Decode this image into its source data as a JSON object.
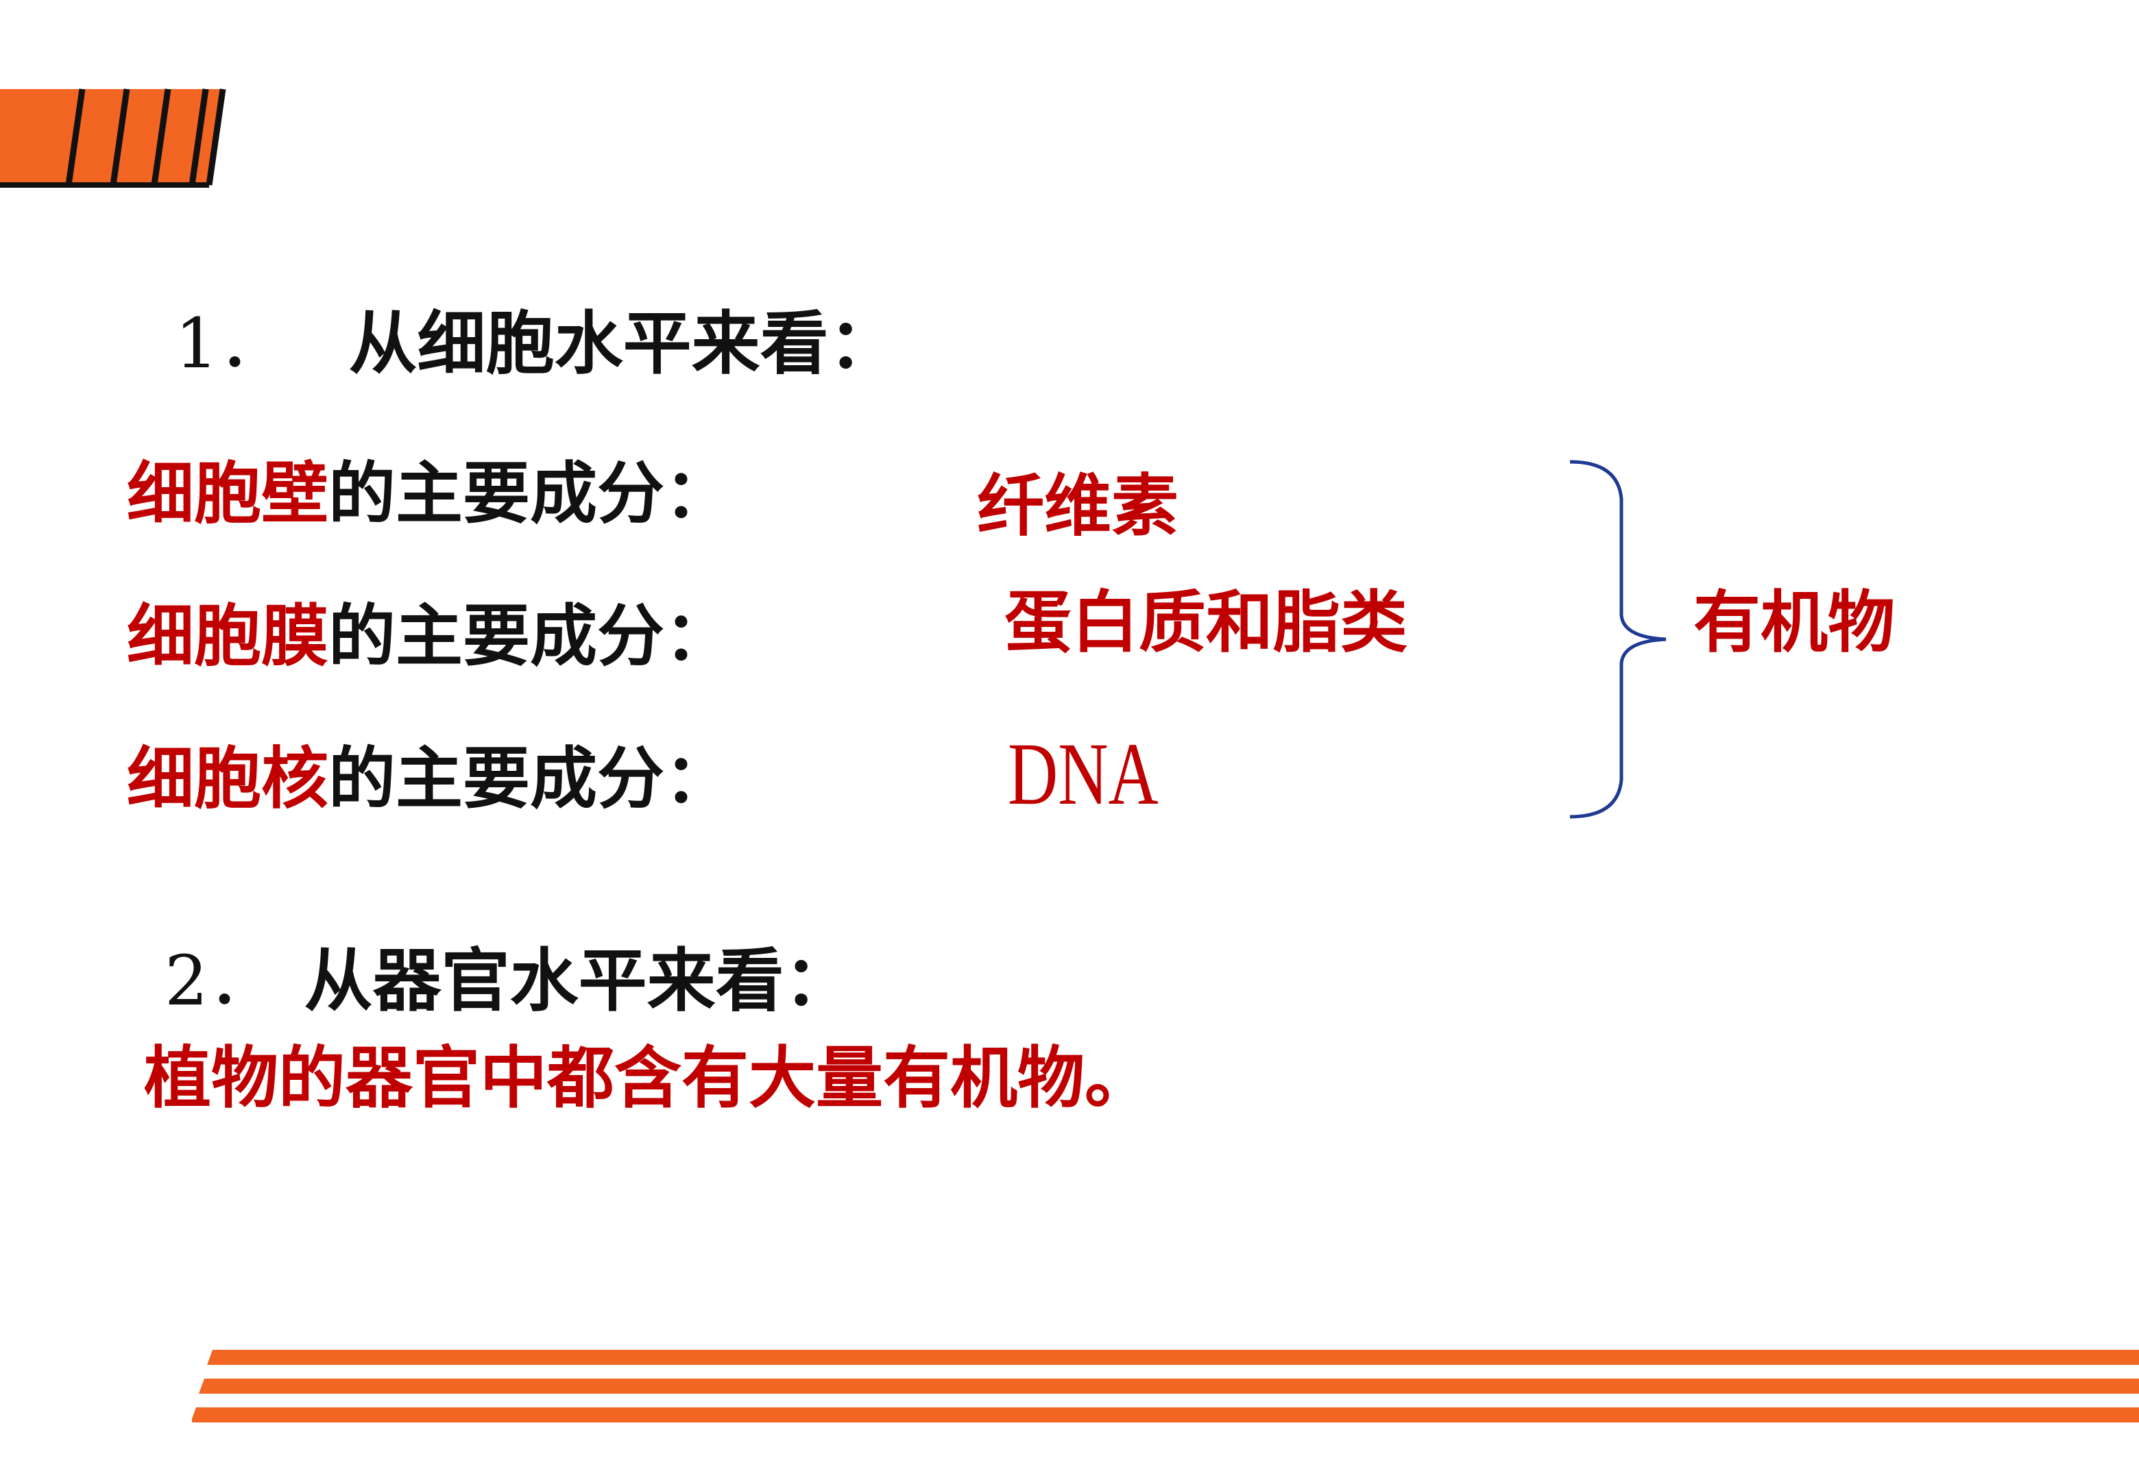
{
  "colors": {
    "accent_orange": "#f26522",
    "highlight_red": "#c00000",
    "text_black": "#111111",
    "brace_blue": "#1f3a93"
  },
  "section1": {
    "number": "1．",
    "title": "从细胞水平来看："
  },
  "rows": [
    {
      "subject": "细胞壁",
      "predicate": "的主要成分：",
      "value": "纤维素"
    },
    {
      "subject": "细胞膜",
      "predicate": "的主要成分：",
      "value": "蛋白质和脂类"
    },
    {
      "subject": "细胞核",
      "predicate": "的主要成分：",
      "value": "DNA"
    }
  ],
  "summary": "有机物",
  "section2": {
    "number": "2．",
    "title": "从器官水平来看："
  },
  "conclusion": "植物的器官中都含有大量有机物。",
  "icons": {
    "brace": "right-curly-brace-icon",
    "logo": "striped-bars-decoration"
  }
}
